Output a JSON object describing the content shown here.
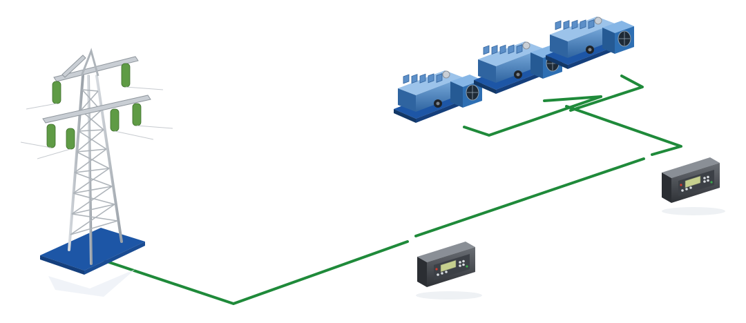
{
  "scene": {
    "type": "power-plant-grid-connection",
    "components": {
      "transmission_tower": {
        "icon": "transmission-tower-icon"
      },
      "generator_sets": {
        "count": 3,
        "icon": "engine-generator-icon"
      },
      "controllers": {
        "count": 2,
        "icon": "controller-unit-icon"
      }
    }
  },
  "colors": {
    "cable": "#1f8a3a",
    "platform": "#1d56a6",
    "engine": "#4a86c5",
    "engine_dark": "#2f64a0",
    "tower": "#b9bec4",
    "insulator": "#5f9b45",
    "controller": "#4b4f55",
    "display": "#c6d08e"
  }
}
